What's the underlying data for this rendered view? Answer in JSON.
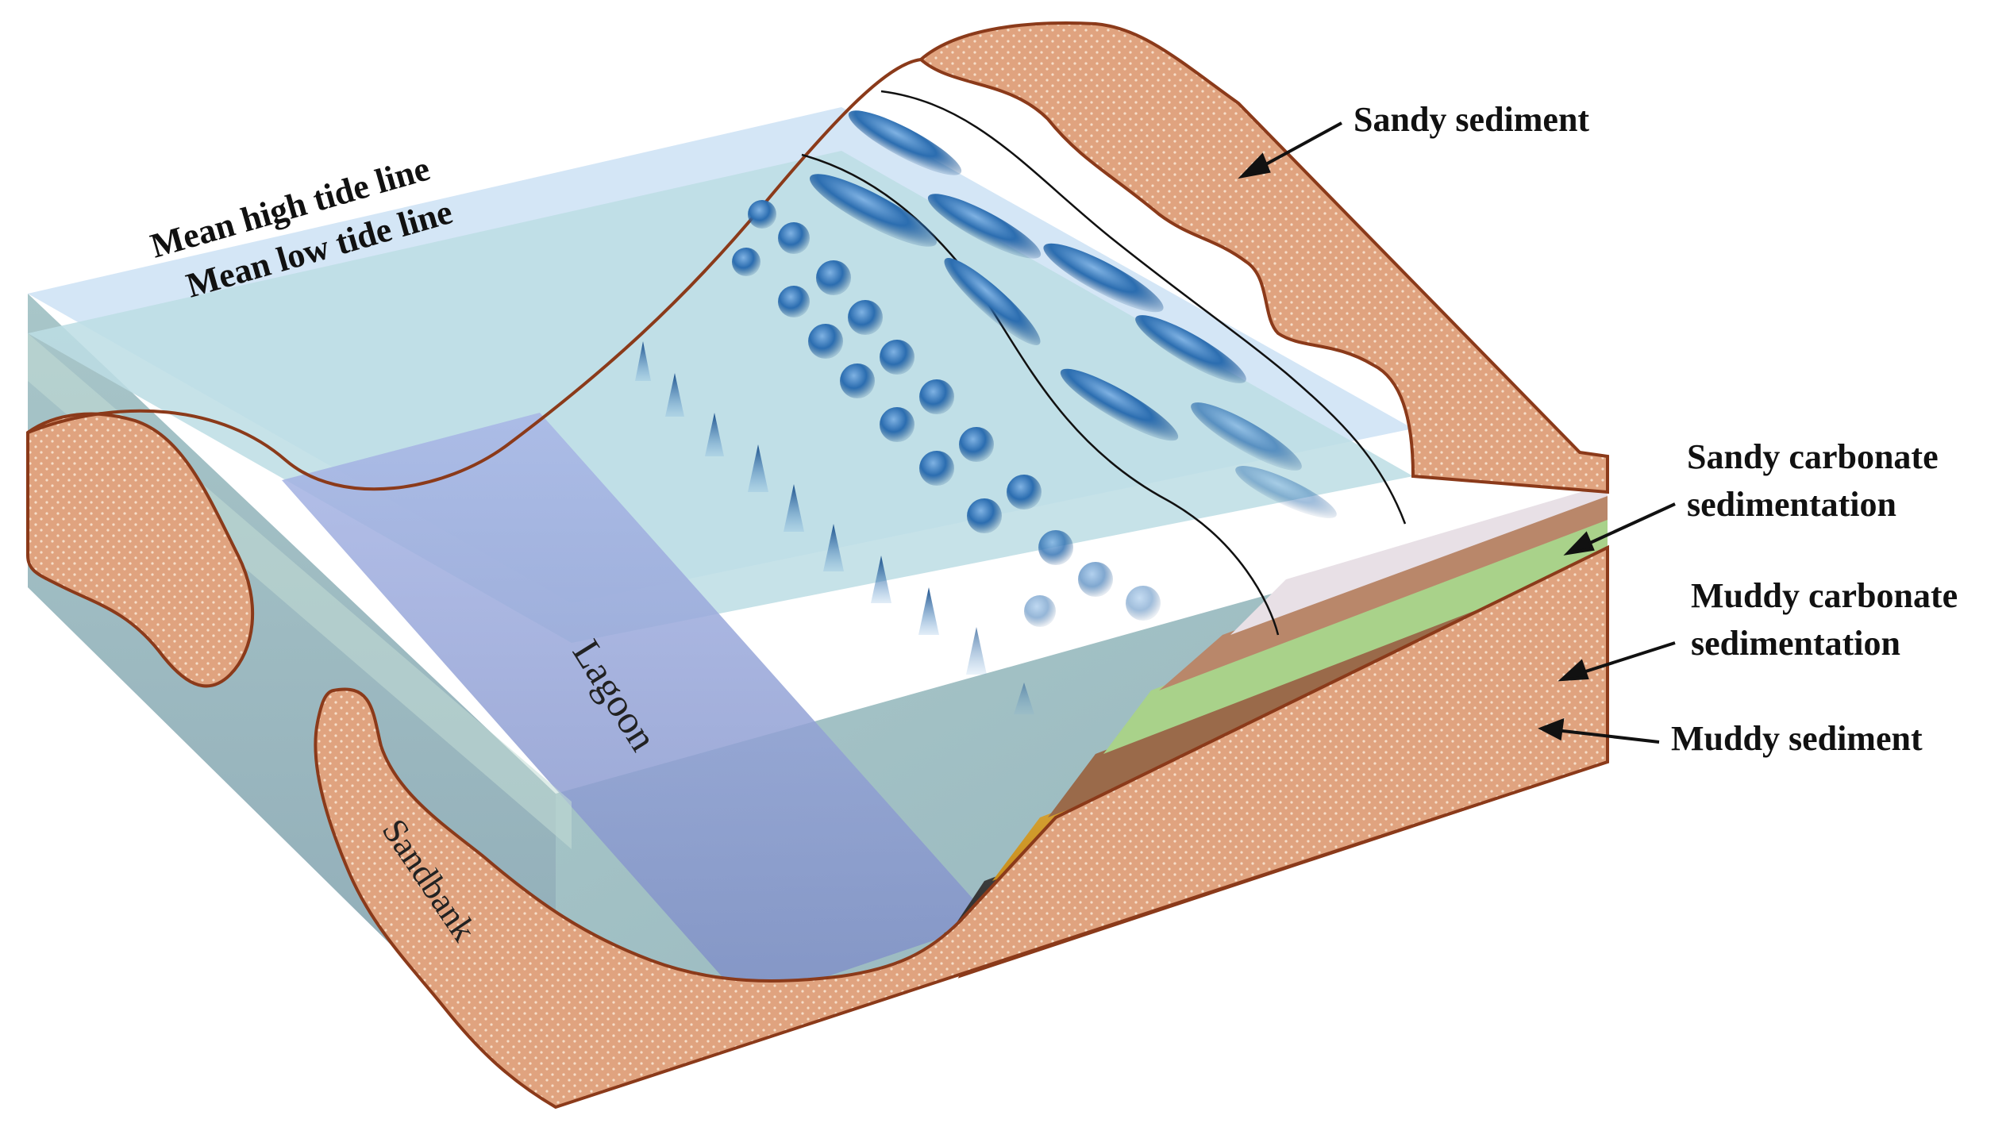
{
  "labels": {
    "mean_high_tide": "Mean high tide line",
    "mean_low_tide": "Mean low tide line",
    "sandy_sediment": "Sandy sediment",
    "sandy_carbonate_line1": "Sandy carbonate",
    "sandy_carbonate_line2": "sedimentation",
    "muddy_carbonate_line1": "Muddy carbonate",
    "muddy_carbonate_line2": "sedimentation",
    "muddy_sediment": "Muddy sediment",
    "lagoon": "Lagoon",
    "sandbank": "Sandbank"
  },
  "colors": {
    "sand_fill": "#e0a37f",
    "sand_outline": "#8b3a1a",
    "water_top": "#bcdde4",
    "high_tide_band": "#cfe3f5",
    "lagoon": "#9fb0e0",
    "block_side": "#9fbfc4",
    "organism_blue": "#1f5fa3",
    "mud_green": "#3f7a33",
    "mud_dark": "#3a3a3a",
    "carbonate_yellow": "#e8b83a",
    "carbonate_green": "#a9d28a",
    "carbonate_brown": "#9a6a4a"
  }
}
